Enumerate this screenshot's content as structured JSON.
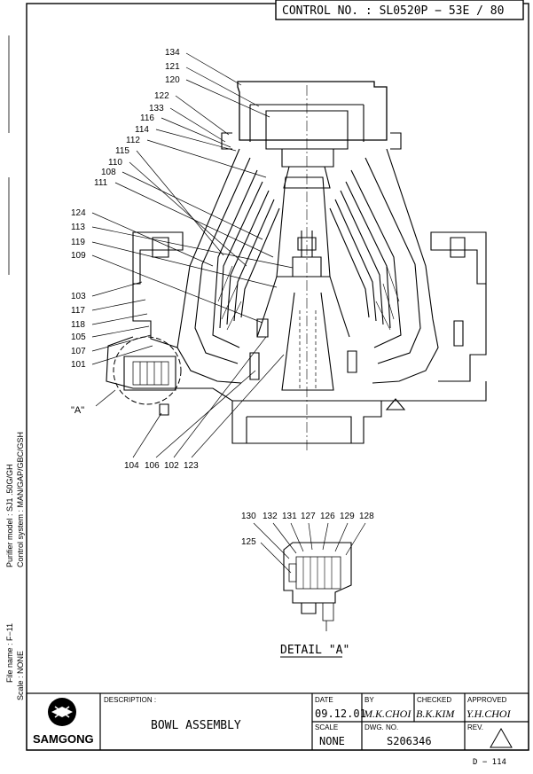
{
  "control_no": "CONTROL NO. : SL0520P − 53E / 80",
  "margin": {
    "file_name": "File name : F−11",
    "purifier_model": "Purifier model : SJ1 .50G/GH",
    "control_system": "Control system : MAN/GAP/GBC/GSH",
    "scale": "Scale      : NONE"
  },
  "callouts_left": [
    "134",
    "121",
    "120",
    "122",
    "133",
    "116",
    "114",
    "112",
    "115",
    "110",
    "108",
    "111",
    "124",
    "113",
    "119",
    "109",
    "103",
    "117",
    "118",
    "105",
    "107",
    "101"
  ],
  "callouts_bottom": [
    "104",
    "106",
    "102",
    "123"
  ],
  "detail_a_label": "\"A\"",
  "detail": {
    "title": "DETAIL \"A\"",
    "callouts_top": [
      "130",
      "132",
      "131",
      "127",
      "126",
      "129",
      "128"
    ],
    "callout_left": "125"
  },
  "title_block": {
    "company": "SAMGONG",
    "description_label": "DESCRIPTION :",
    "description": "BOWL ASSEMBLY",
    "date_label": "DATE",
    "date": "09.12.01",
    "by_label": "BY",
    "by": "M.K.CHOI",
    "checked_label": "CHECKED",
    "checked": "B.K.KIM",
    "approved_label": "APPROVED",
    "approved": "Y.H.CHOI",
    "scale_label": "SCALE",
    "scale": "NONE",
    "dwg_label": "DWG. NO.",
    "dwg_no": "S206346",
    "rev_label": "REV."
  },
  "page_number": "D − 114"
}
